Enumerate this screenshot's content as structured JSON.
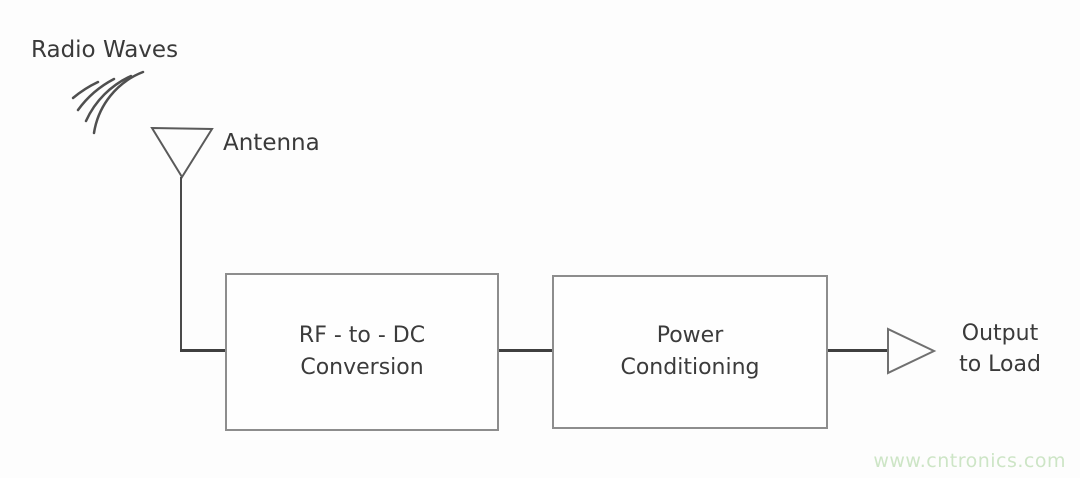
{
  "diagram": {
    "source_label": "Radio Waves",
    "antenna_label": "Antenna",
    "blocks": [
      {
        "id": "rf-to-dc-conversion",
        "line1": "RF - to - DC",
        "line2": "Conversion"
      },
      {
        "id": "power-conditioning",
        "line1": "Power",
        "line2": "Conditioning"
      }
    ],
    "output_label": {
      "line1": "Output",
      "line2": "to Load"
    },
    "watermark": "www.cntronics.com",
    "colors": {
      "background": "#fdfdfd",
      "line": "#4a4a4a",
      "box_border": "#8d8d8d",
      "text": "#3a3a3a",
      "watermark": "#cde5c6"
    }
  }
}
